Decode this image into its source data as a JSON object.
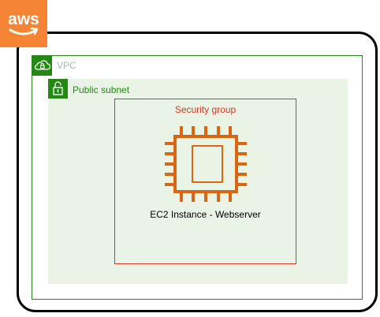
{
  "diagram": {
    "provider_logo": "aws",
    "vpc": {
      "label": "VPC",
      "icon": "vpc-cloud-lock-icon"
    },
    "public_subnet": {
      "label": "Public subnet",
      "icon": "subnet-lock-icon"
    },
    "security_group": {
      "label": "Security group"
    },
    "ec2_instance": {
      "label": "EC2 Instance - Webserver",
      "icon": "ec2-chip-icon"
    }
  },
  "colors": {
    "aws_orange": "#f58534",
    "vpc_green": "#248814",
    "subnet_fill": "#e9f3e6",
    "vpc_label_gray": "#aab7b8",
    "security_group_red": "#dd3522",
    "ec2_orange": "#d86613",
    "frame_black": "#000000"
  }
}
